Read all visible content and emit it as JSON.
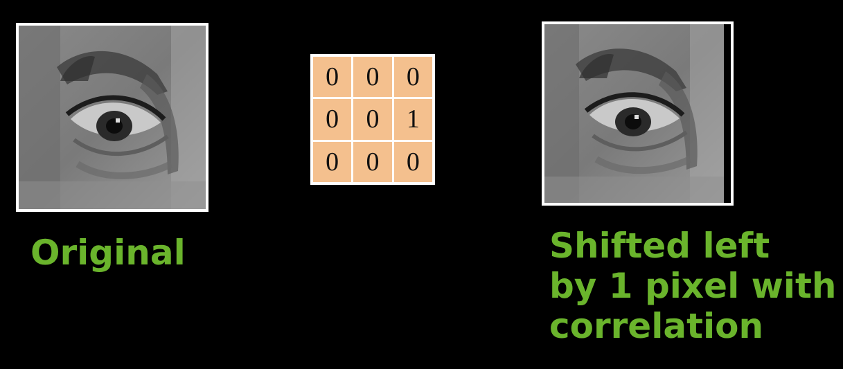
{
  "original": {
    "caption": "Original"
  },
  "kernel": {
    "cells": [
      "0",
      "0",
      "0",
      "0",
      "0",
      "1",
      "0",
      "0",
      "0"
    ],
    "cell_color": "#f4c08e"
  },
  "shifted": {
    "caption_lines": [
      "Shifted left",
      "by 1 pixel with",
      "correlation"
    ]
  },
  "colors": {
    "background": "#000000",
    "caption": "#6ab42c",
    "frame": "#ffffff"
  }
}
